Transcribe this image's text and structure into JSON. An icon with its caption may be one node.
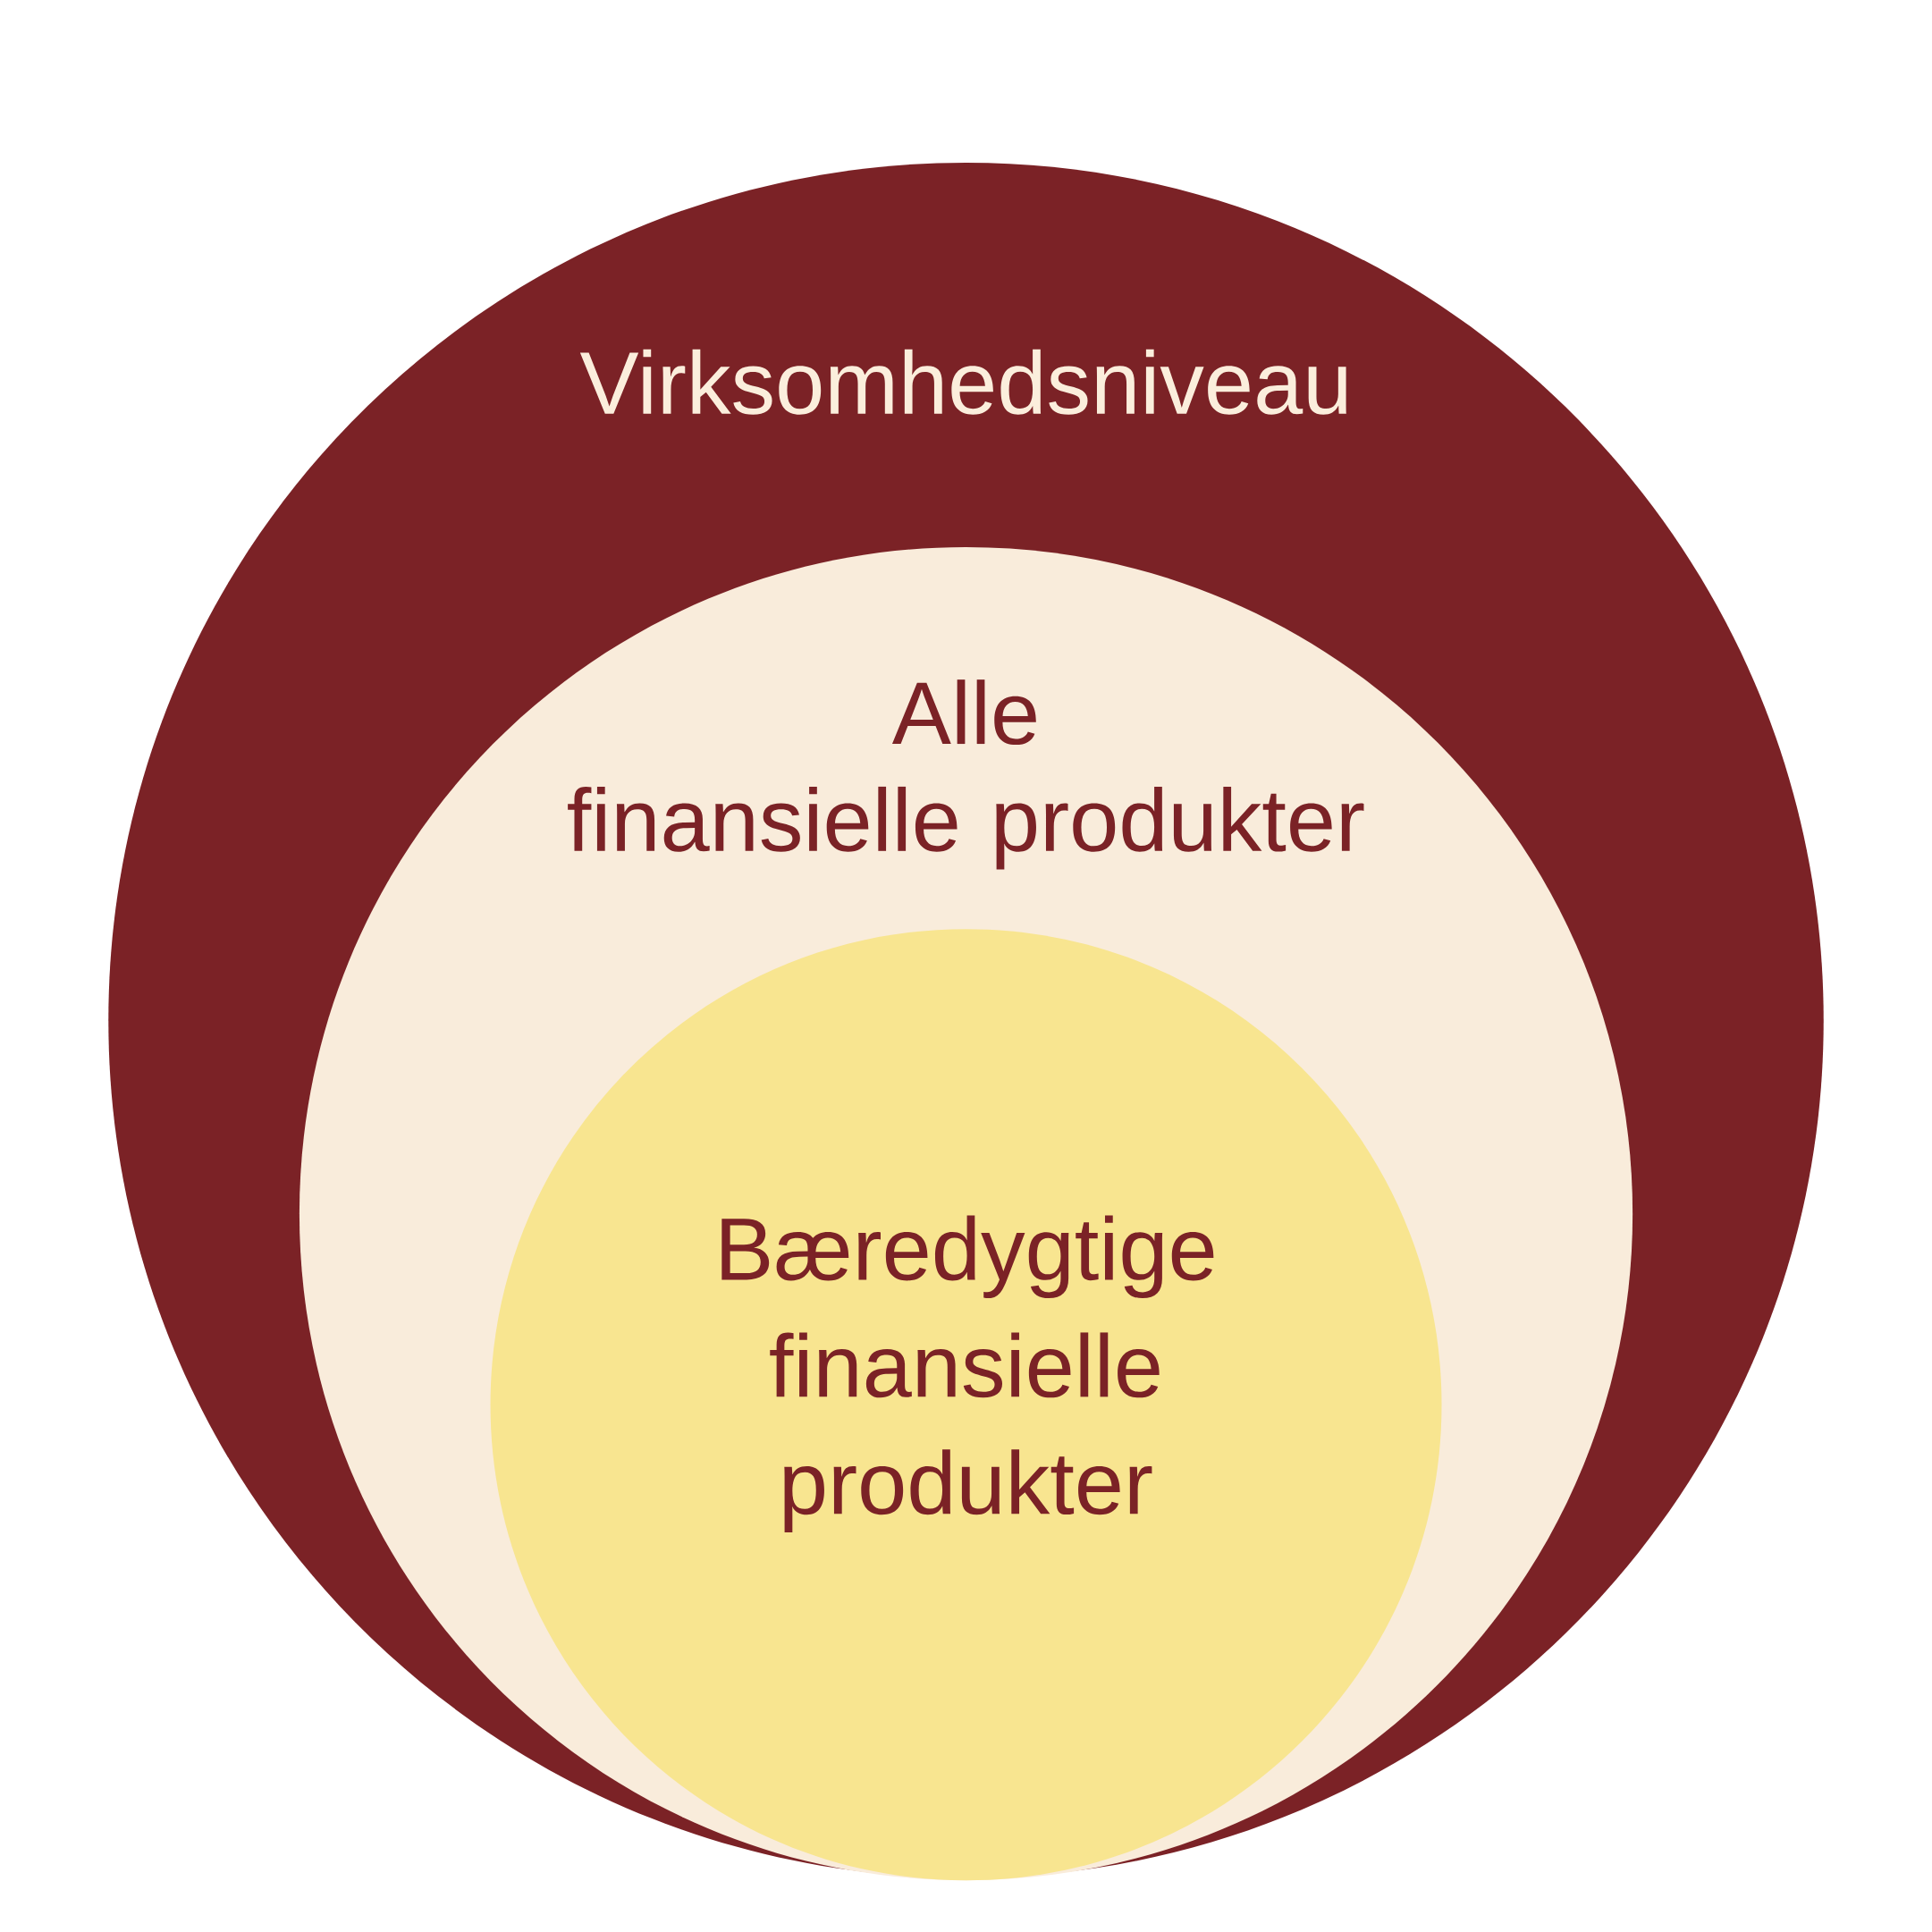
{
  "diagram": {
    "nodes": [
      {
        "text": [
          "Virksomhedsniveau"
        ]
      },
      {
        "text": [
          "Alle",
          "finansielle produkter"
        ],
        "in": 0
      },
      {
        "text": [
          "Bæredygtige finansielle produkter"
        ],
        "in": 1
      }
    ]
  }
}
